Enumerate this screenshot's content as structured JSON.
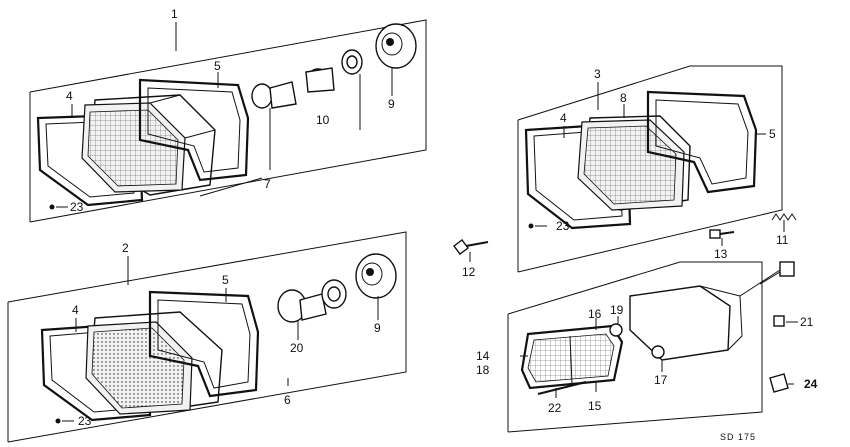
{
  "diagram": {
    "code": "SD 175",
    "assemblies": [
      {
        "id": "1",
        "label": "1"
      },
      {
        "id": "2",
        "label": "2"
      },
      {
        "id": "3",
        "label": "3"
      }
    ],
    "callouts": {
      "c1": "1",
      "c2": "2",
      "c3": "3",
      "c4a": "4",
      "c4b": "4",
      "c4c": "4",
      "c5a": "5",
      "c5b": "5",
      "c5c": "5",
      "c6": "6",
      "c7": "7",
      "c8": "8",
      "c9a": "9",
      "c9b": "9",
      "c10": "10",
      "c11": "11",
      "c12": "12",
      "c13": "13",
      "c14": "14",
      "c15": "15",
      "c16": "16",
      "c17": "17",
      "c18": "18",
      "c19": "19",
      "c20": "20",
      "c21": "21",
      "c22": "22",
      "c23a": "23",
      "c23b": "23",
      "c23c": "23",
      "c24": "24"
    }
  }
}
